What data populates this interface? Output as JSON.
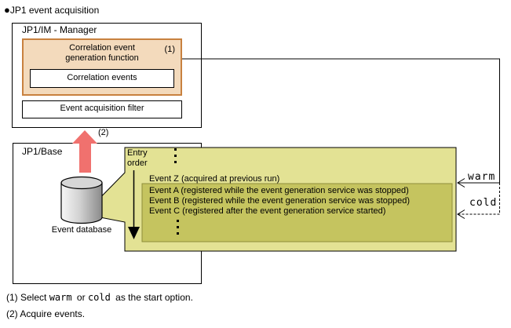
{
  "title": {
    "bullet": "●",
    "text": "JP1 event acquisition"
  },
  "manager": {
    "label": "JP1/IM - Manager",
    "correlation_function": {
      "line1": "Correlation event",
      "line2": "generation function",
      "marker": "(1)"
    },
    "correlation_events": "Correlation events",
    "filter": "Event acquisition filter"
  },
  "base": {
    "label": "JP1/Base",
    "database_label": "Event database"
  },
  "acquire_marker": "(2)",
  "callout": {
    "entry_order_line1": "Entry",
    "entry_order_line2": "order",
    "event_z": "Event Z (acquired at previous run)",
    "highlighted_events": [
      "Event A (registered while the event generation service was stopped)",
      "Event B (registered while the event generation service was stopped)",
      "Event C (registered after the event generation service started)"
    ]
  },
  "start_options": {
    "warm": "warm",
    "cold": "cold"
  },
  "notes": {
    "note1_prefix": "(1) Select ",
    "note1_warm": "warm",
    "note1_middle": " or ",
    "note1_cold": "cold",
    "note1_suffix": " as the start option.",
    "note2": "(2) Acquire events."
  },
  "colors": {
    "orange_border": "#c8813f",
    "orange_fill": "#f3dabc",
    "callout_light": "#e3e294",
    "callout_dark": "#c5c45f",
    "callout_dark_border": "#8e8d3a",
    "arrow_red": "#f0716e"
  }
}
